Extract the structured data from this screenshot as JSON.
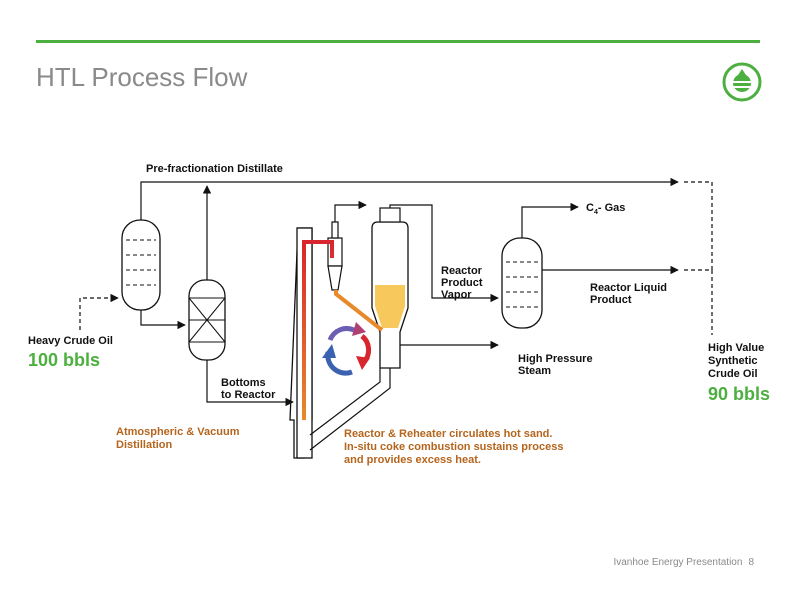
{
  "slide": {
    "title": "HTL Process Flow",
    "footer_text": "Ivanhoe Energy Presentation",
    "page_number": "8"
  },
  "colors": {
    "accent_green": "#4caf3f",
    "title_gray": "#8a8a8a",
    "hot_red": "#d8262e",
    "sand_orange": "#e8892a",
    "sand_fill": "#f7c95c",
    "cycle_blue": "#3b62b0"
  },
  "logo": {
    "icon": "ivanhoe-energy-logo-icon"
  },
  "diagram": {
    "pre_fractionation": "Pre-fractionation Distillate",
    "heavy_crude_label": "Heavy Crude Oil",
    "heavy_crude_qty": "100 bbls",
    "bottoms_line1": "Bottoms",
    "bottoms_line2": "to Reactor",
    "atm_line1": "Atmospheric & Vacuum",
    "atm_line2": "Distillation",
    "reactor_note_line1": "Reactor & Reheater circulates hot sand.",
    "reactor_note_line2": "In-situ coke combustion sustains process",
    "reactor_note_line3": "and provides excess heat.",
    "c4_prefix": "C",
    "c4_sub": "4",
    "c4_suffix": "- Gas",
    "vapor_line1": "Reactor",
    "vapor_line2": "Product",
    "vapor_line3": "Vapor",
    "liquid_line1": "Reactor Liquid",
    "liquid_line2": "Product",
    "steam_line1": "High Pressure",
    "steam_line2": "Steam",
    "output_line1": "High Value",
    "output_line2": "Synthetic",
    "output_line3": "Crude Oil",
    "output_qty": "90 bbls"
  }
}
